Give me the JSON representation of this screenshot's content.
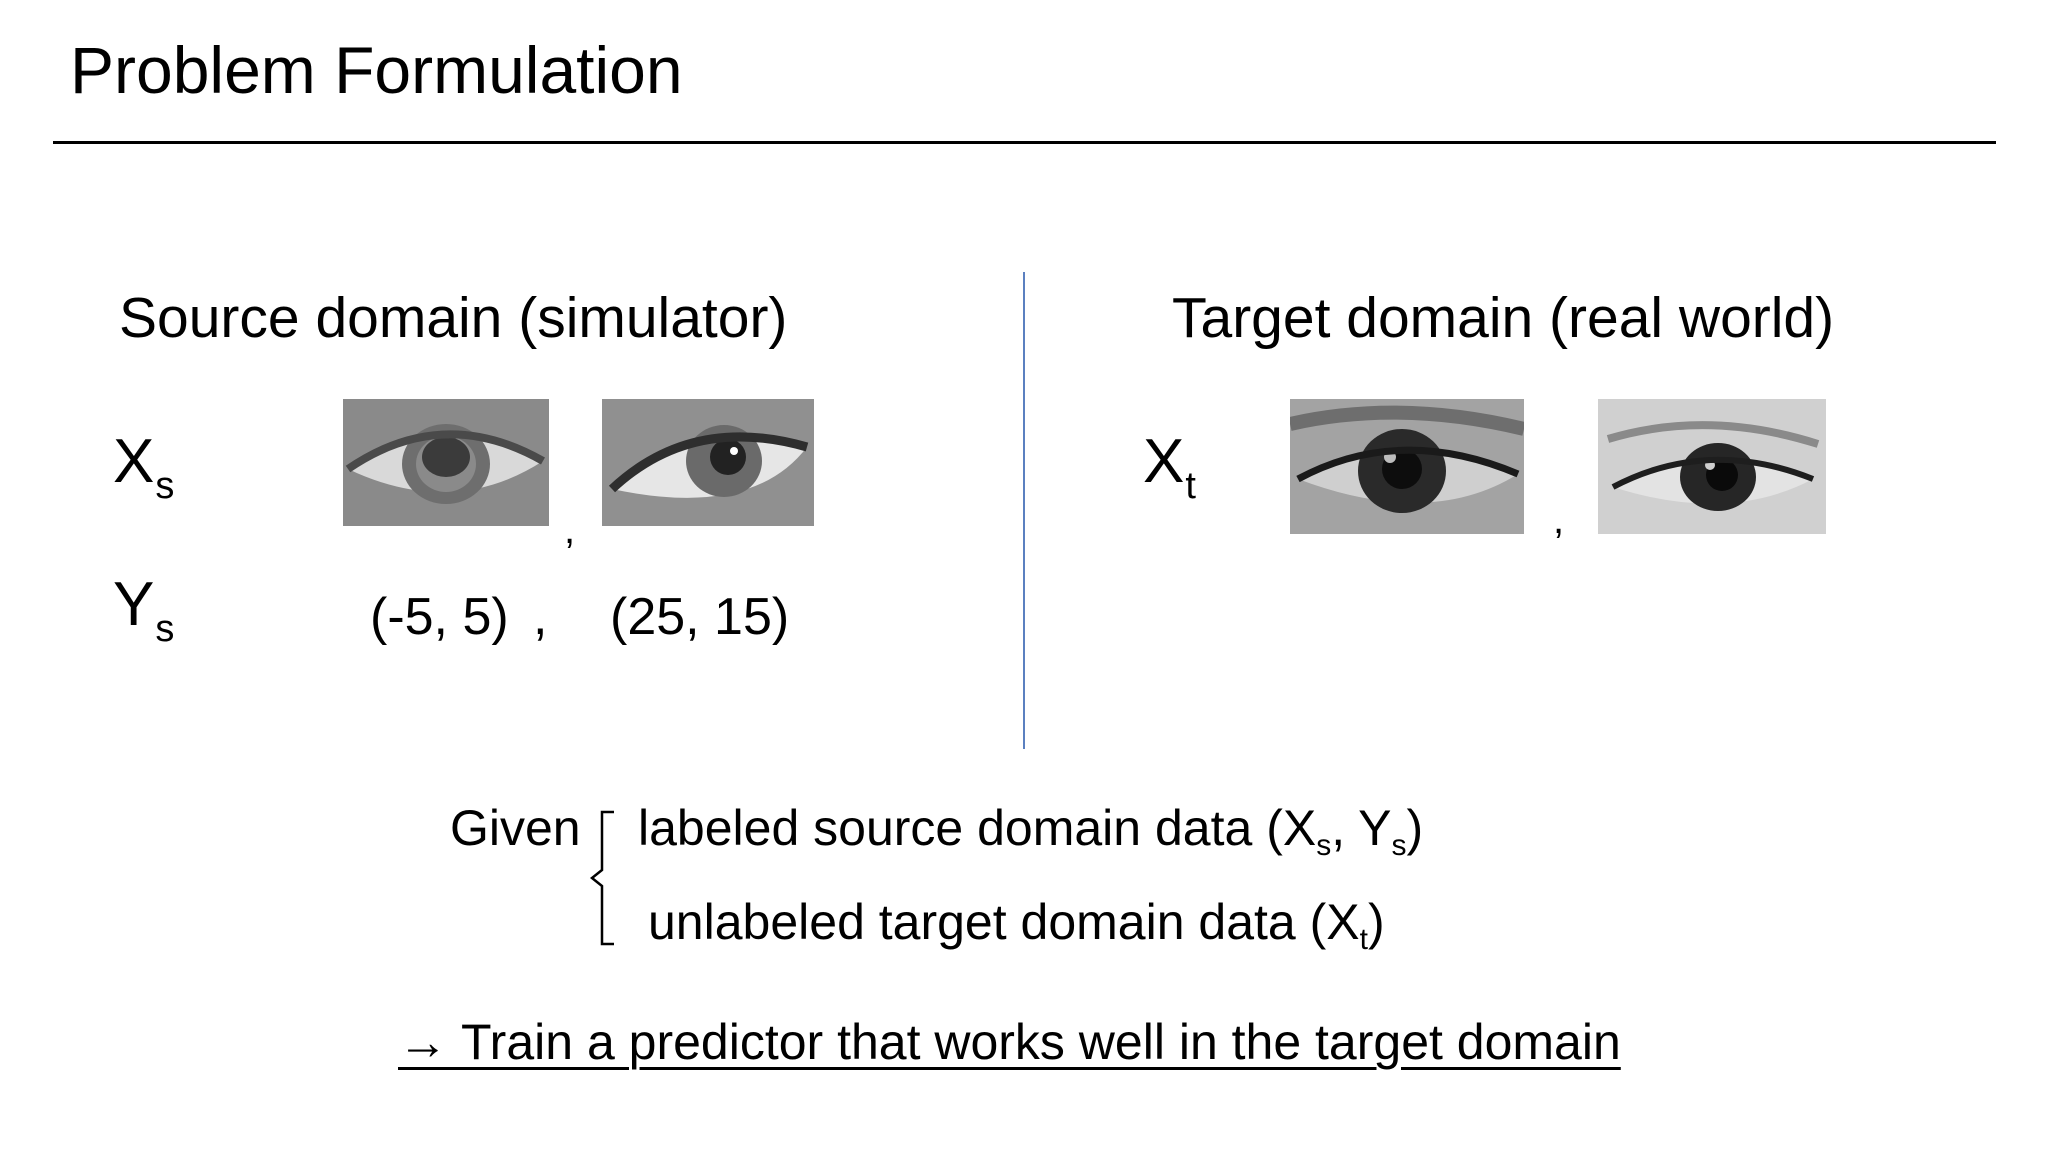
{
  "slide": {
    "title": "Problem Formulation"
  },
  "source": {
    "heading": "Source domain (simulator)",
    "x_var": "X",
    "x_sub": "s",
    "y_var": "Y",
    "y_sub": "s",
    "separator": ",",
    "labels": [
      "(-5, 5)",
      "(25, 15)"
    ],
    "label_separator": ","
  },
  "target": {
    "heading": "Target domain (real world)",
    "x_var": "X",
    "x_sub": "t",
    "separator": ","
  },
  "given": {
    "word": "Given",
    "line1_prefix": "labeled source domain data (X",
    "line1_sub1": "s",
    "line1_mid": ", Y",
    "line1_sub2": "s",
    "line1_suffix": ")",
    "line2_prefix": "unlabeled target domain data (X",
    "line2_sub": "t",
    "line2_suffix": ")"
  },
  "conclusion": {
    "text": "→ Train a predictor that works well in the target domain"
  },
  "colors": {
    "divider": "#5b80c0",
    "text": "#000000"
  },
  "images": [
    "eye-sim-1",
    "eye-sim-2",
    "eye-real-1",
    "eye-real-2"
  ]
}
